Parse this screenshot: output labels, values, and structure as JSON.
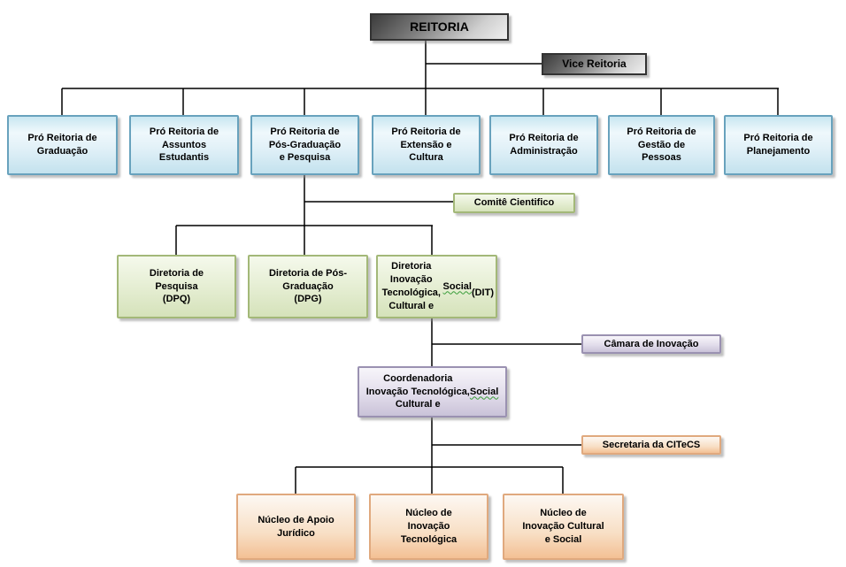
{
  "org_chart": {
    "nodes": {
      "reitoria": {
        "label": "REITORIA"
      },
      "vice_reitoria": {
        "label": "Vice Reitoria"
      },
      "pro_graduacao": {
        "label": "Pró Reitoria de\nGraduação"
      },
      "pro_assuntos_estudantis": {
        "label": "Pró Reitoria de\nAssuntos\nEstudantis"
      },
      "pro_pos_graduacao_pesquisa": {
        "label": "Pró Reitoria de\nPós-Graduação\ne Pesquisa"
      },
      "pro_extensao_cultura": {
        "label": "Pró Reitoria de\nExtensão e\nCultura"
      },
      "pro_administracao": {
        "label": "Pró Reitoria de\nAdministração"
      },
      "pro_gestao_pessoas": {
        "label": "Pró Reitoria de\nGestão de\nPessoas"
      },
      "pro_planejamento": {
        "label": "Pró Reitoria de\nPlanejamento"
      },
      "comite_cientifico": {
        "label": "Comitê Cientifico"
      },
      "diretoria_pesquisa": {
        "label": "Diretoria de\nPesquisa\n(DPQ)"
      },
      "diretoria_pos_graduacao": {
        "label": "Diretoria de Pós-\nGraduação\n(DPG)"
      },
      "diretoria_inovacao": {
        "label_before": "Diretoria Inovação\nTecnológica,\nCultural e ",
        "label_wavy": "Social",
        "label_after": "\n(DIT)"
      },
      "camara_inovacao": {
        "label": "Câmara de Inovação"
      },
      "coordenadoria_citecs": {
        "label_before": "Coordenadoria\nInovação Tecnológica,\nCultural e ",
        "label_wavy": "Social",
        "label_after": ""
      },
      "secretaria_citecs": {
        "label": "Secretaria da CITeCS"
      },
      "nucleo_apoio_juridico": {
        "label": "Núcleo de Apoio\nJurídico"
      },
      "nucleo_inovacao_tecnologica": {
        "label": "Núcleo de\nInovação\nTecnológica"
      },
      "nucleo_inovacao_cultural_social": {
        "label": "Núcleo de\nInovação Cultural\ne Social"
      }
    },
    "edges": [
      {
        "from": "reitoria",
        "to": "vice_reitoria"
      },
      {
        "from": "reitoria",
        "to": "pro_graduacao"
      },
      {
        "from": "reitoria",
        "to": "pro_assuntos_estudantis"
      },
      {
        "from": "reitoria",
        "to": "pro_pos_graduacao_pesquisa"
      },
      {
        "from": "reitoria",
        "to": "pro_extensao_cultura"
      },
      {
        "from": "reitoria",
        "to": "pro_administracao"
      },
      {
        "from": "reitoria",
        "to": "pro_gestao_pessoas"
      },
      {
        "from": "reitoria",
        "to": "pro_planejamento"
      },
      {
        "from": "pro_pos_graduacao_pesquisa",
        "to": "comite_cientifico"
      },
      {
        "from": "pro_pos_graduacao_pesquisa",
        "to": "diretoria_pesquisa"
      },
      {
        "from": "pro_pos_graduacao_pesquisa",
        "to": "diretoria_pos_graduacao"
      },
      {
        "from": "pro_pos_graduacao_pesquisa",
        "to": "diretoria_inovacao"
      },
      {
        "from": "diretoria_inovacao",
        "to": "camara_inovacao"
      },
      {
        "from": "diretoria_inovacao",
        "to": "coordenadoria_citecs"
      },
      {
        "from": "coordenadoria_citecs",
        "to": "secretaria_citecs"
      },
      {
        "from": "coordenadoria_citecs",
        "to": "nucleo_apoio_juridico"
      },
      {
        "from": "coordenadoria_citecs",
        "to": "nucleo_inovacao_tecnologica"
      },
      {
        "from": "coordenadoria_citecs",
        "to": "nucleo_inovacao_cultural_social"
      }
    ],
    "palette": {
      "executive_gray_dark": "#3b3b3b",
      "executive_gray_light": "#efefef",
      "pro_reitoria_blue_fill": "#c3e2ee",
      "pro_reitoria_blue_border": "#68a2bd",
      "diretoria_green_fill": "#d5e2ba",
      "diretoria_green_border": "#a3b878",
      "coordenadoria_purple_fill": "#c9c2d8",
      "coordenadoria_purple_border": "#9a91b1",
      "nucleo_orange_fill": "#f3c094",
      "nucleo_orange_border": "#e0a97e",
      "connector_black": "#000000",
      "spellcheck_wavy_green": "#3a9d3a"
    }
  }
}
